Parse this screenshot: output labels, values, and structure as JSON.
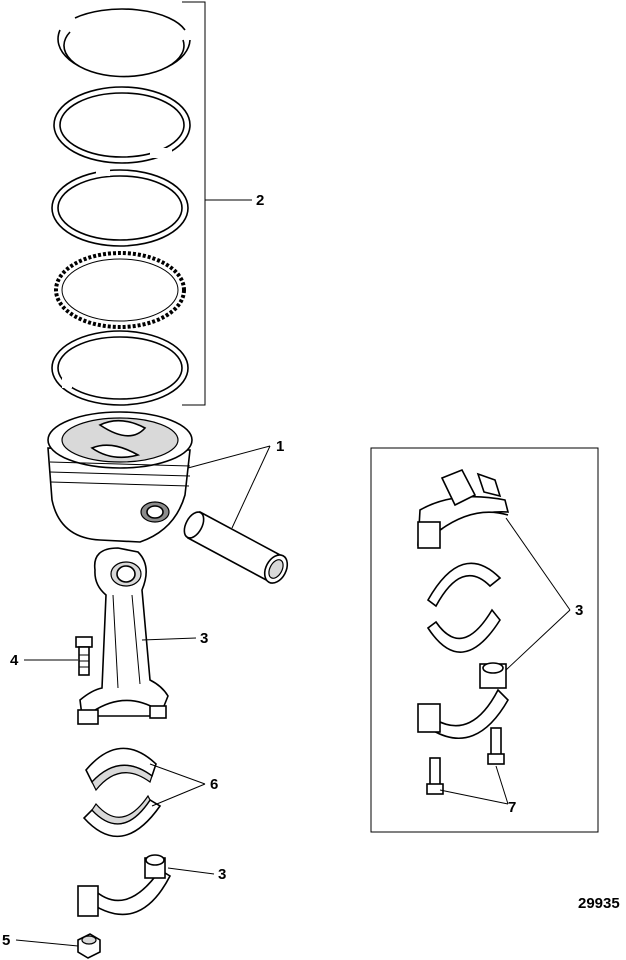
{
  "figure_number": "29935",
  "callouts": {
    "c1": "1",
    "c2": "2",
    "c3a": "3",
    "c3b": "3",
    "c3c": "3",
    "c4": "4",
    "c5": "5",
    "c6": "6",
    "c7": "7"
  }
}
